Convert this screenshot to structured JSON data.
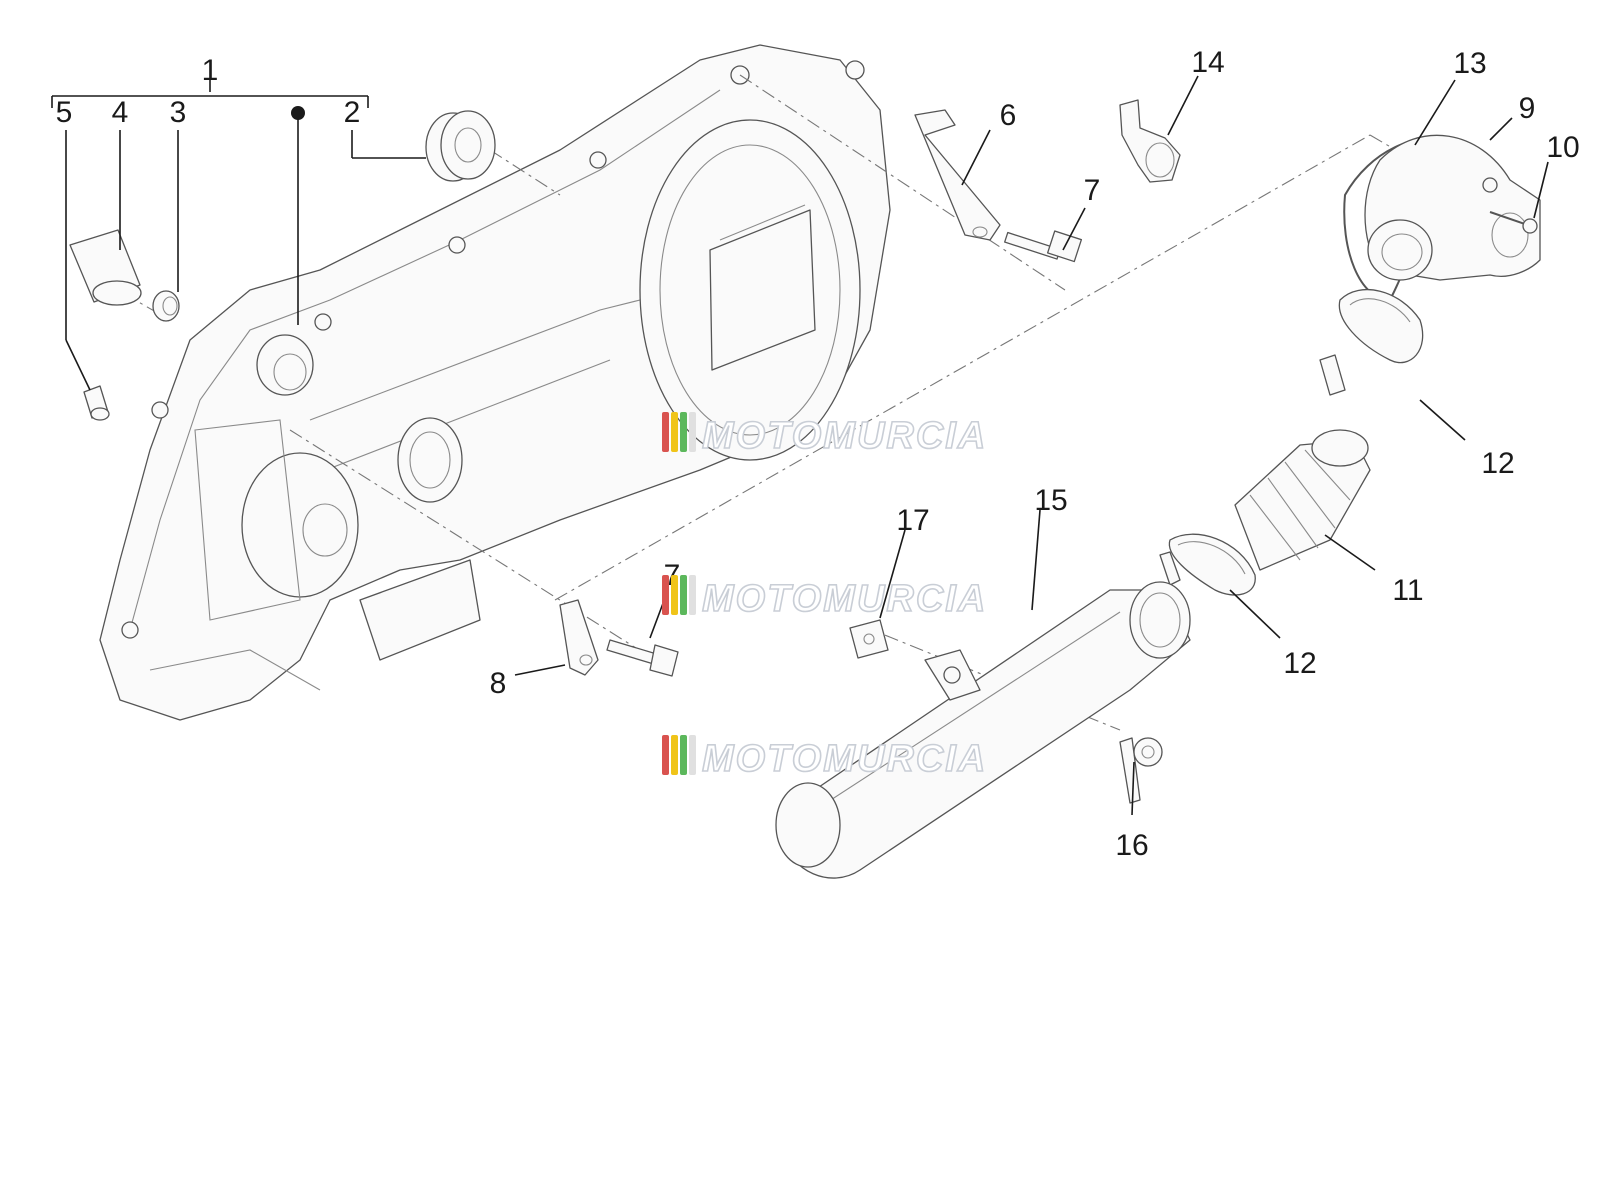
{
  "callouts": [
    {
      "id": "1",
      "label": "1"
    },
    {
      "id": "2",
      "label": "2"
    },
    {
      "id": "3",
      "label": "3"
    },
    {
      "id": "4",
      "label": "4"
    },
    {
      "id": "5",
      "label": "5"
    },
    {
      "id": "6",
      "label": "6"
    },
    {
      "id": "7a",
      "label": "7"
    },
    {
      "id": "7b",
      "label": "7"
    },
    {
      "id": "8",
      "label": "8"
    },
    {
      "id": "9",
      "label": "9"
    },
    {
      "id": "10",
      "label": "10"
    },
    {
      "id": "11",
      "label": "11"
    },
    {
      "id": "12a",
      "label": "12"
    },
    {
      "id": "12b",
      "label": "12"
    },
    {
      "id": "13",
      "label": "13"
    },
    {
      "id": "14",
      "label": "14"
    },
    {
      "id": "15",
      "label": "15"
    },
    {
      "id": "16",
      "label": "16"
    },
    {
      "id": "17",
      "label": "17"
    }
  ],
  "watermark": {
    "text": "MOTOMURCIA",
    "stripe_colors": [
      "#d9534f",
      "#f0c419",
      "#5cb85c",
      "#e0e0e0"
    ]
  }
}
